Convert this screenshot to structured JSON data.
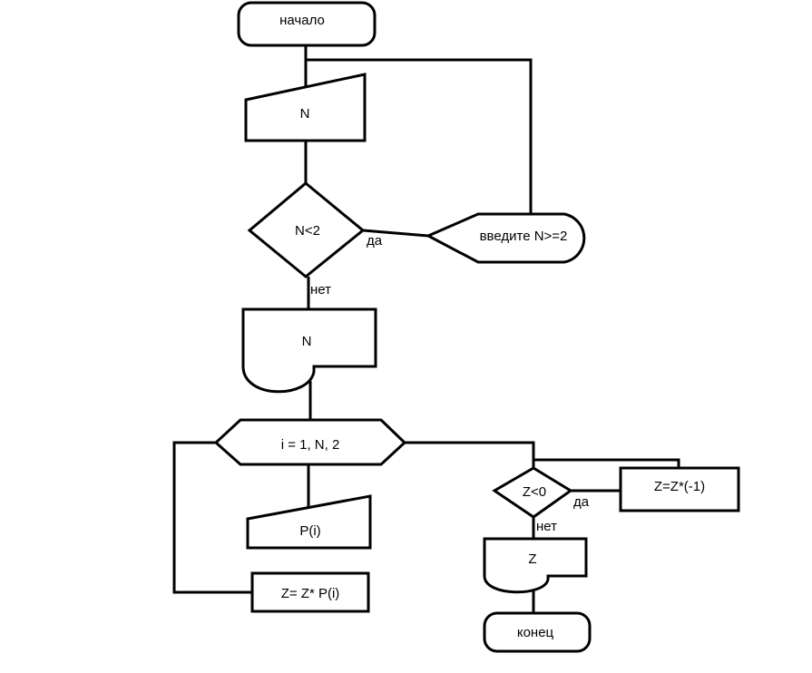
{
  "flowchart": {
    "start": "начало",
    "input_n": "N",
    "cond_n": "N<2",
    "label_yes_1": "да",
    "label_no_1": "нет",
    "error_msg": "введите N>=2",
    "print_n": "N",
    "loop": "i = 1, N, 2",
    "input_p": "P(i)",
    "calc_z": "Z= Z* P(i)",
    "cond_z": "Z<0",
    "label_yes_2": "да",
    "label_no_2": "нет",
    "negate_z": "Z=Z*(-1)",
    "print_z": "Z",
    "end": "конец"
  }
}
